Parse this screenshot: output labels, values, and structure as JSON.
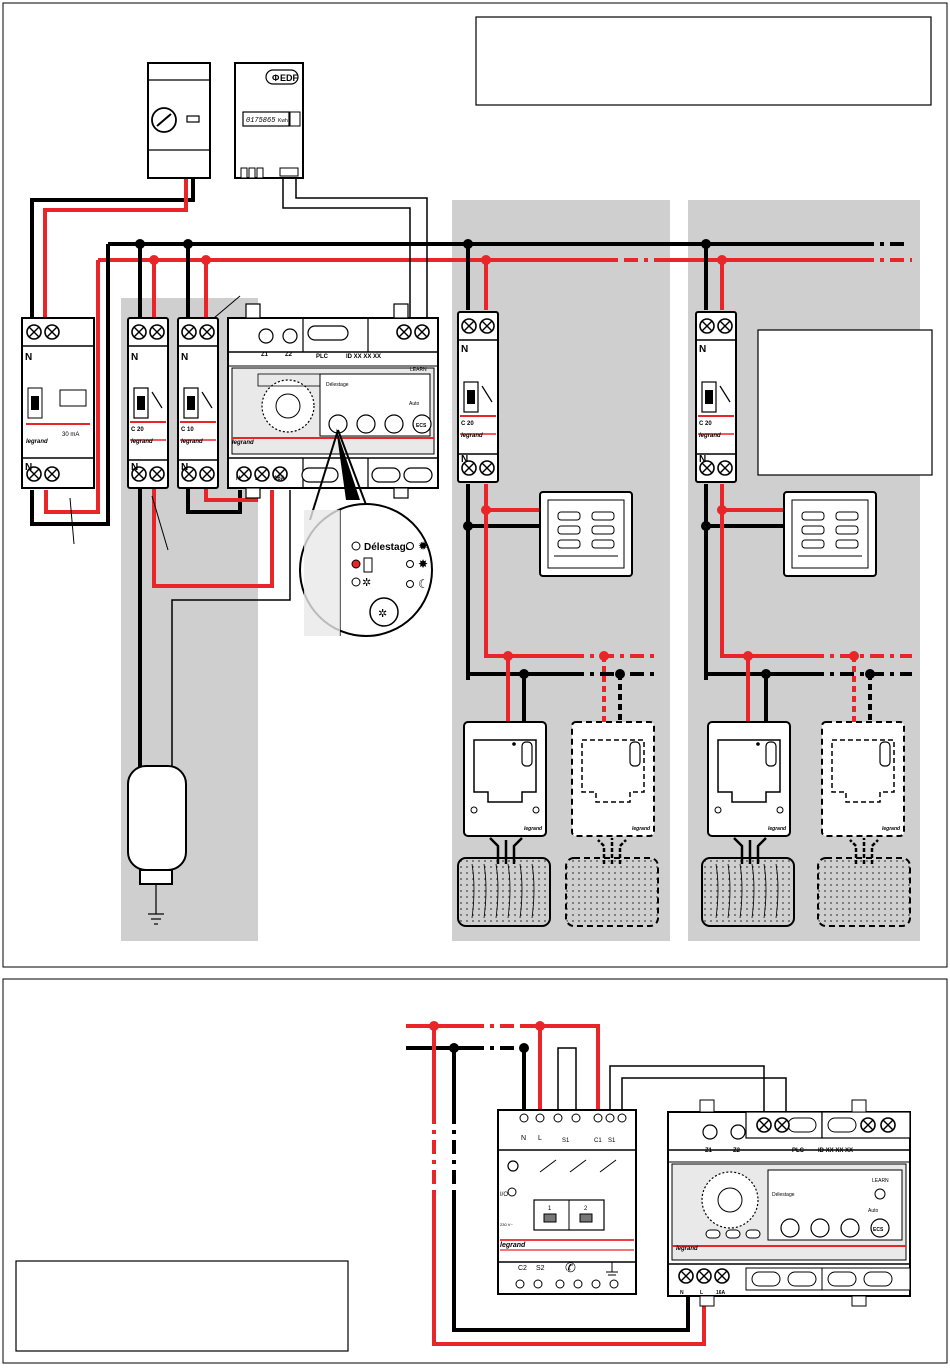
{
  "labels": {
    "neutral": "N",
    "rating_c20": "C 20",
    "rating_c10": "C 10",
    "rating_30ma": "30 mA",
    "legrand": "legrand",
    "edf": "EDF",
    "meter_reading": "0175865",
    "meter_unit": "Kwh",
    "plc": "PLC",
    "plc_id": "ID XX XX XX",
    "z1": "Z1",
    "z2": "Z2",
    "t_n": "N",
    "t_l": "L",
    "t_16a": "16A",
    "delestage": "Délestage",
    "ecs": "ECS",
    "learn": "LEARN",
    "auto": "Auto",
    "c2": "C2",
    "s2": "S2",
    "c1": "C1",
    "s1": "S1",
    "io": "I/O",
    "ch1": "1",
    "ch2": "2",
    "mod_n": "N",
    "mod_l": "L",
    "voltage": "230 V~"
  },
  "colors": {
    "phase": "#e8262a",
    "neutral_wire": "#000000",
    "zone_fill": "#cfcfcf",
    "module_fill": "#e9e9e9"
  },
  "icons": [
    "timer-dial-icon",
    "sun-icon",
    "moon-icon",
    "frost-icon",
    "ground-icon",
    "telephone-icon",
    "relay-contact-icon"
  ]
}
